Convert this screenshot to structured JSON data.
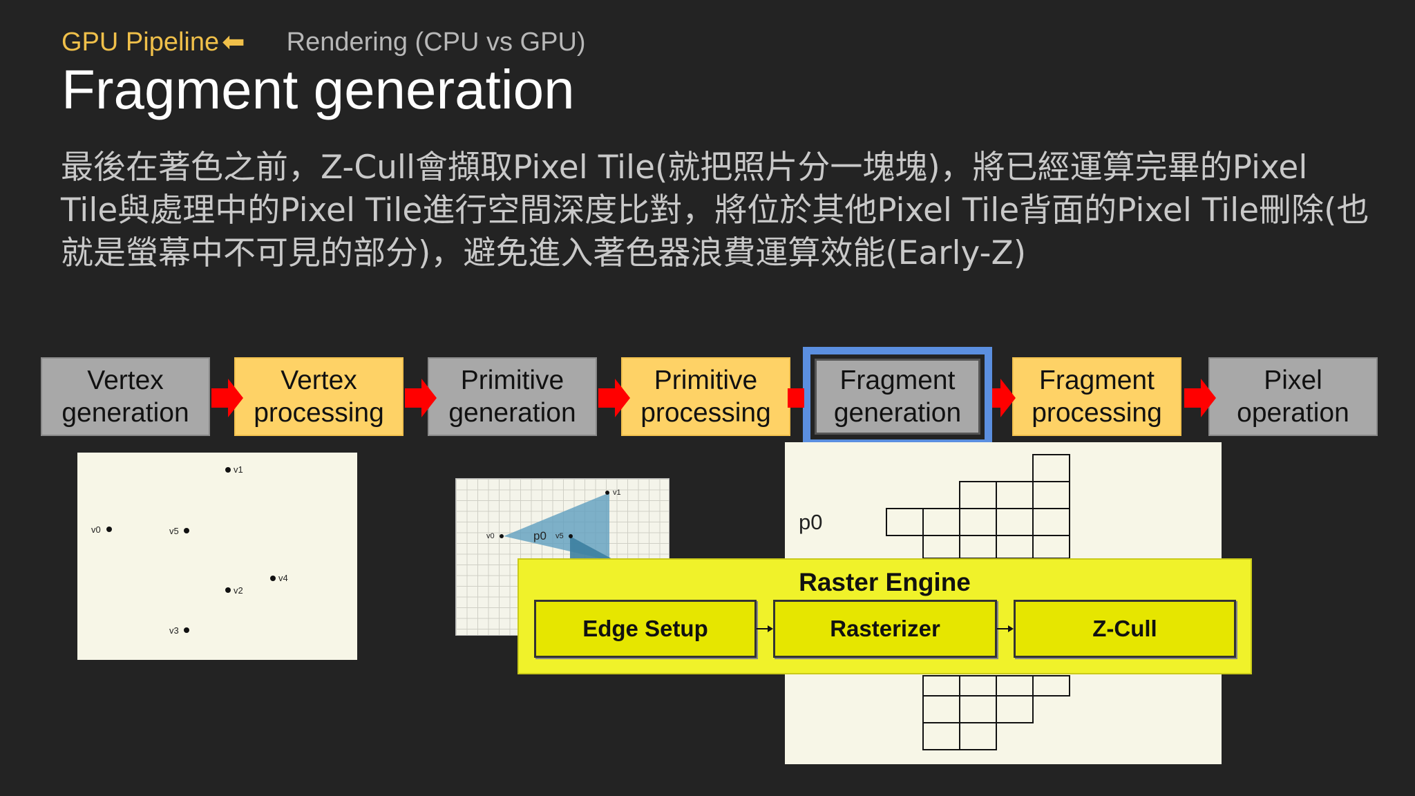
{
  "breadcrumb": {
    "active": "GPU Pipeline",
    "arrow": "⬅",
    "other": "Rendering (CPU vs GPU)"
  },
  "title": "Fragment generation",
  "description": "最後在著色之前，Z-Cull會擷取Pixel Tile(就把照片分一塊塊)，將已經運算完畢的Pixel Tile與處理中的Pixel Tile進行空間深度比對，將位於其他Pixel Tile背面的Pixel Tile刪除(也就是螢幕中不可見的部分)，避免進入著色器浪費運算效能(Early-Z)",
  "pipeline": [
    {
      "line1": "Vertex",
      "line2": "generation",
      "style": "gray"
    },
    {
      "line1": "Vertex",
      "line2": "processing",
      "style": "yellow"
    },
    {
      "line1": "Primitive",
      "line2": "generation",
      "style": "gray"
    },
    {
      "line1": "Primitive",
      "line2": "processing",
      "style": "yellow"
    },
    {
      "line1": "Fragment",
      "line2": "generation",
      "style": "active"
    },
    {
      "line1": "Fragment",
      "line2": "processing",
      "style": "yellow"
    },
    {
      "line1": "Pixel",
      "line2": "operation",
      "style": "gray"
    }
  ],
  "vertices": {
    "v0": "v0",
    "v1": "v1",
    "v2": "v2",
    "v3": "v3",
    "v4": "v4",
    "v5": "v5"
  },
  "primitive": {
    "p0": "p0",
    "v0": "v0",
    "v1": "v1",
    "v5": "v5"
  },
  "fragment_label": "p0",
  "raster_engine": {
    "title": "Raster Engine",
    "blocks": [
      "Edge Setup",
      "Rasterizer",
      "Z-Cull"
    ]
  },
  "colors": {
    "accent": "#f0c04a",
    "stage_yellow": "#fed266",
    "stage_gray": "#a8a8a8",
    "highlight": "#5b8fe0",
    "arrow": "#ff0000",
    "raster": "#f0f22a"
  }
}
